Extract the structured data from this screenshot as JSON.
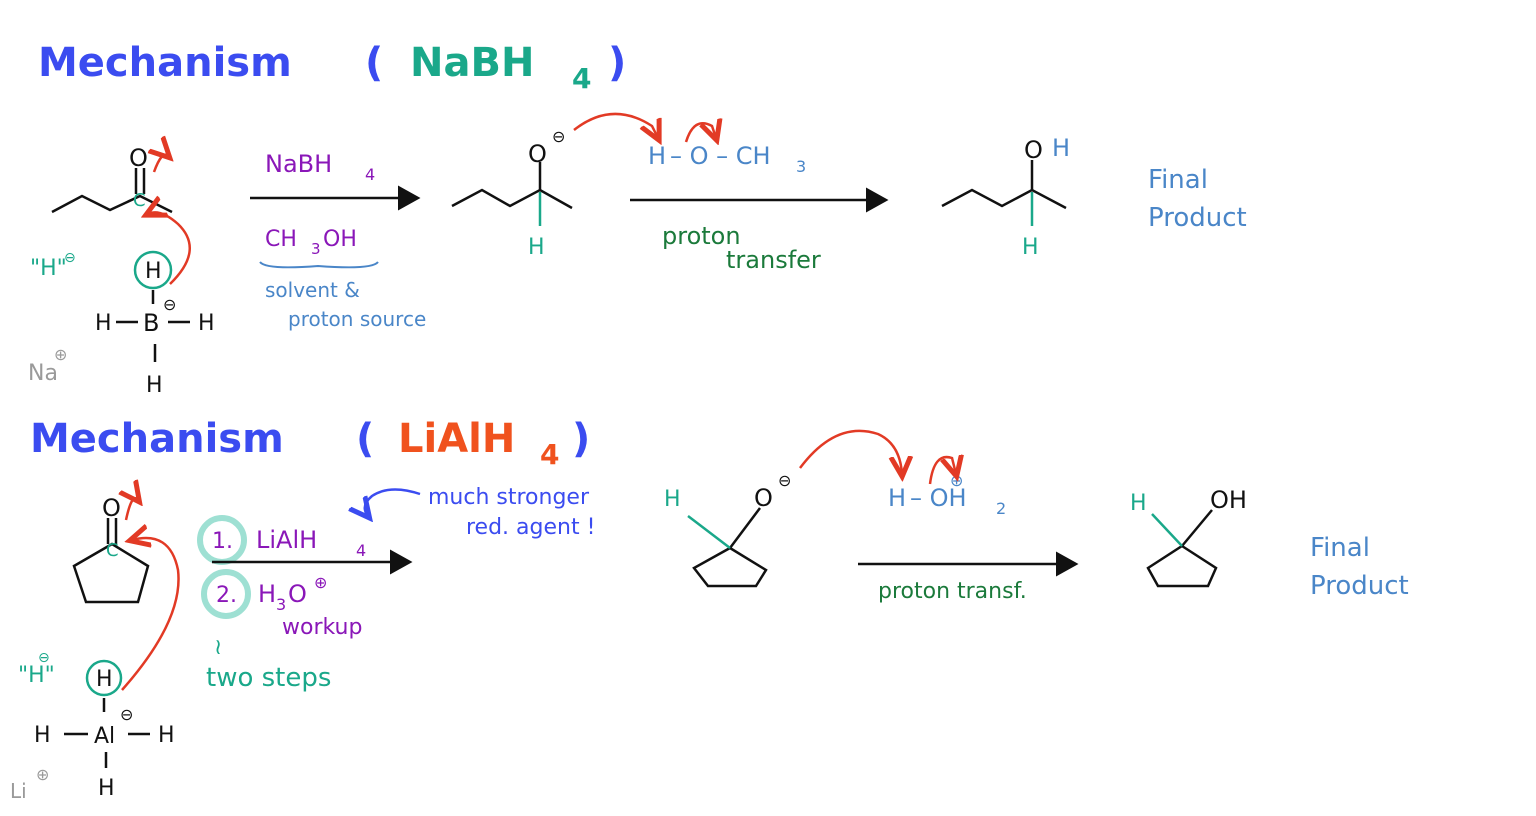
{
  "colors": {
    "blue_title": "#3b4cf0",
    "teal": "#1aa88a",
    "orange": "#f0521e",
    "purple": "#8a17b8",
    "sky": "#4a86c8",
    "green": "#1b7a3b",
    "red": "#e23a25",
    "gray": "#9a9a9a",
    "black": "#111111",
    "circle_fill": "#9ee0d3"
  },
  "nabh4": {
    "title_word": "Mechanism",
    "title_open": "(",
    "title_reagent": "NaBH",
    "title_sub": "4",
    "title_close": ")",
    "hydride_label": "\"H\"",
    "hydride_charge": "⊖",
    "b_center": "B",
    "h": "H",
    "dash": "–",
    "counter_ion": "Na",
    "counter_charge": "⊕",
    "charge_minus": "⊖",
    "o_atom": "O",
    "c_atom": "C",
    "reagent_line": "NaBH",
    "reagent_sub": "4",
    "solvent_ch": "CH",
    "solvent_sub": "3",
    "solvent_oh": "OH",
    "solvent_note_1": "solvent &",
    "solvent_note_2": "proton source",
    "methanol_h": "H",
    "methanol_mid": "– O – CH",
    "methanol_sub": "3",
    "step2_label_1": "proton",
    "step2_label_2": "transfer",
    "product_oh_o": "O",
    "product_oh_h": "H",
    "final_1": "Final",
    "final_2": "Product"
  },
  "lialh4": {
    "title_word": "Mechanism",
    "title_open": "(",
    "title_reagent": "LiAlH",
    "title_sub": "4",
    "title_close": ")",
    "note_1": "much stronger",
    "note_2": "red. agent !",
    "step1_num": "1.",
    "step1_text": "LiAlH",
    "step1_sub": "4",
    "step2_num": "2.",
    "step2_text": "H",
    "step2_sub": "3",
    "step2_o": "O",
    "step2_charge": "⊕",
    "workup": "workup",
    "squiggle": "≀",
    "two_steps": "two steps",
    "hydride_label": "\"H\"",
    "hydride_charge": "⊖",
    "al_center": "Al",
    "h": "H",
    "counter_ion": "Li",
    "counter_charge": "⊕",
    "charge_minus": "⊖",
    "o_atom": "O",
    "c_atom": "C",
    "water_h": "H",
    "water_mid": "– OH",
    "water_sub": "2",
    "water_charge": "⊕",
    "step3_label": "proton transf.",
    "product_oh": "OH",
    "product_h": "H",
    "final_1": "Final",
    "final_2": "Product"
  }
}
